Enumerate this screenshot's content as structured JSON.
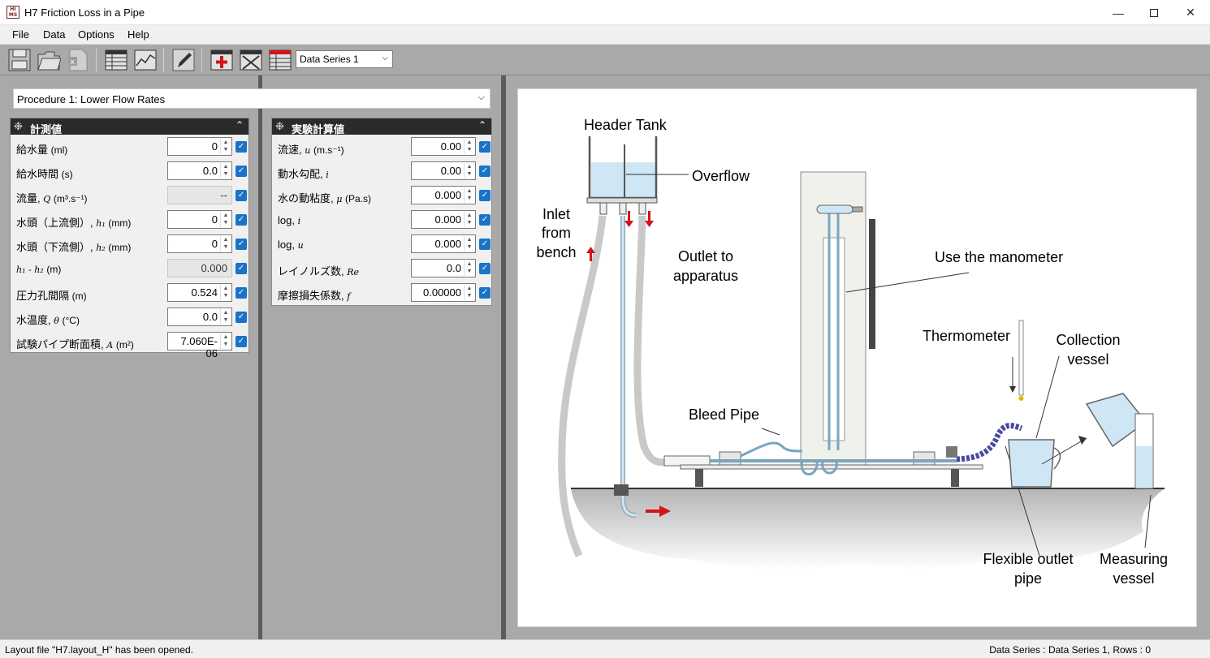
{
  "window": {
    "title": "H7 Friction Loss in a Pipe",
    "icon_letters": "HI MS"
  },
  "menu": [
    "File",
    "Data",
    "Options",
    "Help"
  ],
  "toolbar": {
    "icons": [
      "save-icon",
      "open-folder-icon",
      "excel-export-icon",
      "table-view-icon",
      "chart-view-icon",
      "edit-pen-icon",
      "add-row-icon",
      "delete-row-icon",
      "table-settings-icon"
    ],
    "series_select": "Data Series 1"
  },
  "procedure": {
    "selected": "Procedure 1: Lower Flow Rates"
  },
  "measured_panel": {
    "title": "計測値",
    "rows": [
      {
        "label": "給水量",
        "unit": "(ml)",
        "value": "0",
        "editable": true
      },
      {
        "label": "給水時間",
        "unit": "(s)",
        "value": "0.0",
        "editable": true
      },
      {
        "label": "流量,",
        "symbol": "Q",
        "unit": "(m³.s⁻¹)",
        "value": "--",
        "editable": false
      },
      {
        "label": "水頭（上流側）,",
        "symbol": "h₁",
        "unit": "(mm)",
        "value": "0",
        "editable": true
      },
      {
        "label": "水頭（下流側）,",
        "symbol": "h₂",
        "unit": "(mm)",
        "value": "0",
        "editable": true
      },
      {
        "label": "",
        "symbol": "h₁ - h₂",
        "unit": "(m)",
        "value": "0.000",
        "editable": false
      },
      {
        "label": "圧力孔間隔",
        "unit": "(m)",
        "value": "0.524",
        "editable": true
      },
      {
        "label": "水温度,",
        "symbol": "θ",
        "unit": "(°C)",
        "value": "0.0",
        "editable": true
      },
      {
        "label": "試験パイプ断面積,",
        "symbol": "A",
        "unit": "(m²)",
        "value": "7.060E-06",
        "editable": true
      }
    ]
  },
  "calculated_panel": {
    "title": "実験計算値",
    "rows": [
      {
        "label": "流速,",
        "symbol": "u",
        "unit": "(m.s⁻¹)",
        "value": "0.00"
      },
      {
        "label": "動水勾配,",
        "symbol": "i",
        "unit": "",
        "value": "0.00"
      },
      {
        "label": "水の動粘度,",
        "symbol": "μ",
        "unit": "(Pa.s)",
        "value": "0.000"
      },
      {
        "label": "log,",
        "symbol": "i",
        "unit": "",
        "value": "0.000"
      },
      {
        "label": "log,",
        "symbol": "u",
        "unit": "",
        "value": "0.000"
      },
      {
        "label": "レイノルズ数,",
        "symbol": "Re",
        "unit": "",
        "value": "0.0"
      },
      {
        "label": "摩擦損失係数,",
        "symbol": "f",
        "unit": "",
        "value": "0.00000"
      }
    ]
  },
  "diagram": {
    "labels": {
      "header_tank": "Header Tank",
      "overflow": "Overflow",
      "inlet_1": "Inlet",
      "inlet_2": "from",
      "inlet_3": "bench",
      "outlet_1": "Outlet to",
      "outlet_2": "apparatus",
      "manometer": "Use the manometer",
      "thermometer": "Thermometer",
      "collection_1": "Collection",
      "collection_2": "vessel",
      "bleed": "Bleed Pipe",
      "flexible_1": "Flexible outlet",
      "flexible_2": "pipe",
      "measuring_1": "Measuring",
      "measuring_2": "vessel"
    },
    "colors": {
      "water": "#cfe6f5",
      "arrow": "#d0151b",
      "hose": "#c9c9c9",
      "flex_pipe": "#4a4aa0"
    }
  },
  "status": {
    "left": "Layout file \"H7.layout_H\" has been opened.",
    "right": "Data Series : Data Series 1,  Rows : 0"
  }
}
